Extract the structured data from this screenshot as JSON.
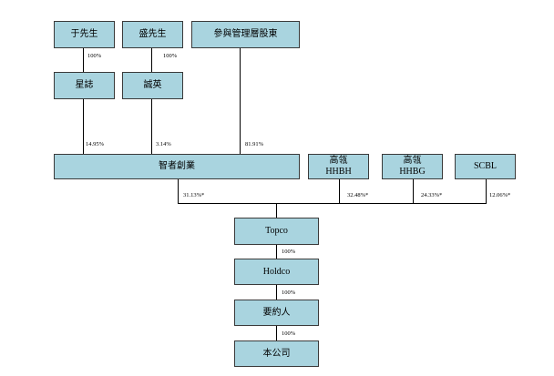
{
  "nodes": {
    "mr_yu": "于先生",
    "mr_sheng": "盛先生",
    "mgmt": "參與管理層股東",
    "xingzhi": "星誌",
    "chengying": "誠英",
    "zhizhe": "智者創業",
    "hhbh": {
      "line1": "高瓴",
      "line2": "HHBH"
    },
    "hhbg": {
      "line1": "高瓴",
      "line2": "HHBG"
    },
    "scbl": "SCBL",
    "topco": "Topco",
    "holdco": "Holdco",
    "offeror": "要約人",
    "company": "本公司"
  },
  "percentages": {
    "yu_to_xingzhi": "100%",
    "sheng_to_chengying": "100%",
    "xingzhi_to_zhizhe": "14.95%",
    "chengying_to_zhizhe": "3.14%",
    "mgmt_to_zhizhe": "81.91%",
    "zhizhe_to_topco": "31.13%*",
    "hhbh_to_topco": "32.48%*",
    "hhbg_to_topco": "24.33%*",
    "scbl_to_topco": "12.06%*",
    "topco_to_holdco": "100%",
    "holdco_to_offeror": "100%",
    "offeror_to_company": "100%"
  }
}
